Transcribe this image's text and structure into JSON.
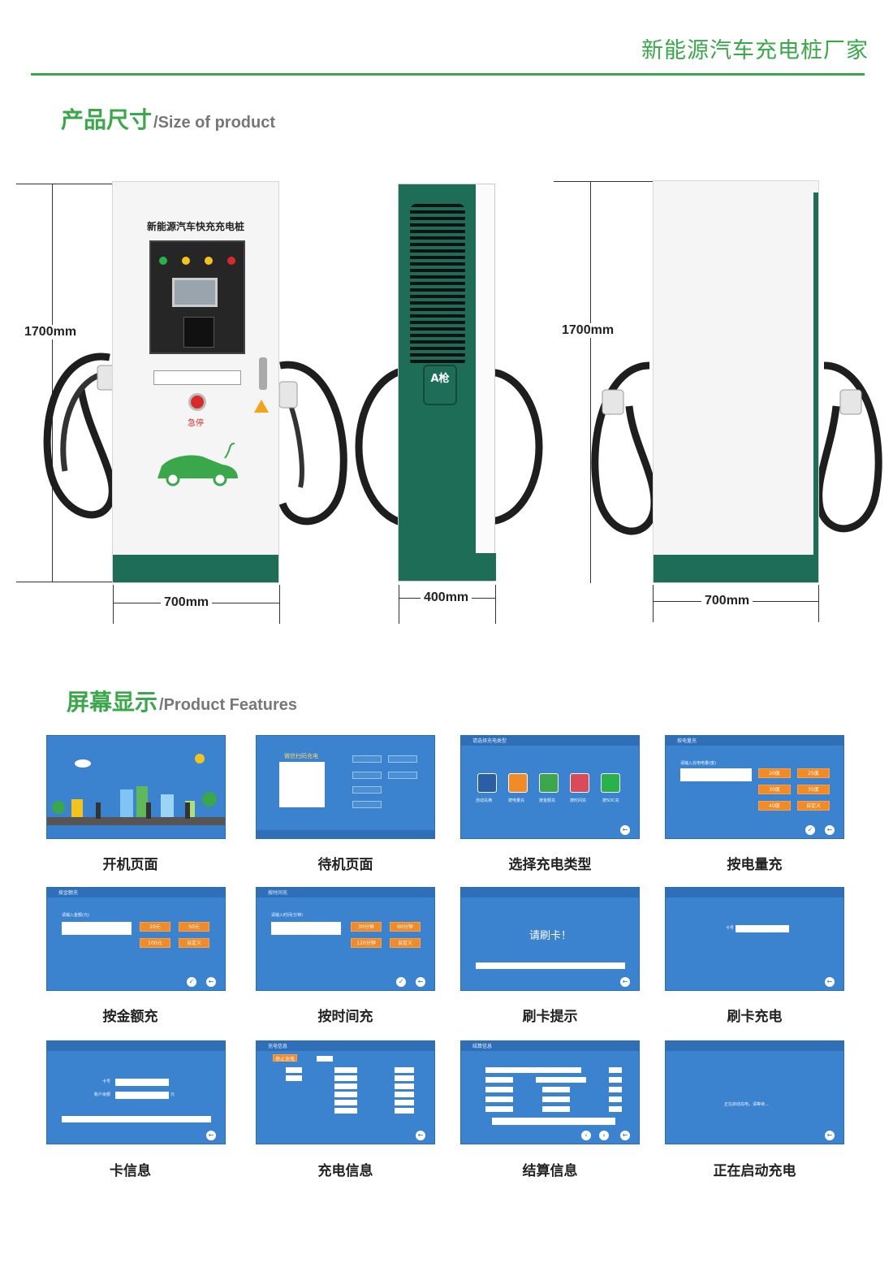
{
  "header": {
    "brand": "新能源汽车充电桩厂家"
  },
  "size_section": {
    "title_cn": "产品尺寸",
    "title_en": "/Size of product"
  },
  "product": {
    "cabinet_title": "新能源汽车快充充电桩",
    "emergency_stop": "急停",
    "gun_label": "A枪",
    "lamp_colors": [
      "#27b24a",
      "#f2c31b",
      "#f2c31b",
      "#d92a2a"
    ]
  },
  "dimensions": {
    "front_height": "1700mm",
    "front_width": "700mm",
    "side_depth": "400mm",
    "back_height": "1700mm",
    "back_width": "700mm"
  },
  "features_section": {
    "title_cn": "屏幕显示",
    "title_en": "/Product Features"
  },
  "screens": [
    {
      "caption": "开机页面"
    },
    {
      "caption": "待机页面",
      "scan_label": "微信扫码充电"
    },
    {
      "caption": "选择充电类型",
      "header": "请选择充电类型",
      "options": [
        "自动充满",
        "按电量充",
        "按金额充",
        "按时间充",
        "按SOC充"
      ]
    },
    {
      "caption": "按电量充",
      "header": "按电量充",
      "prompt": "请输入充电电量(度)",
      "buttons": [
        "20度",
        "25度",
        "30度",
        "35度",
        "40度",
        "自定义"
      ]
    },
    {
      "caption": "按金额充",
      "header": "按金额充",
      "prompt": "请输入金额(元)",
      "buttons": [
        "20元",
        "50元",
        "100元",
        "自定义"
      ]
    },
    {
      "caption": "按时间充",
      "header": "按时间充",
      "prompt": "请输入时间(分钟)",
      "buttons": [
        "30分钟",
        "60分钟",
        "120分钟",
        "自定义"
      ]
    },
    {
      "caption": "刷卡提示",
      "message": "请刷卡！"
    },
    {
      "caption": "刷卡充电",
      "label": "卡号"
    },
    {
      "caption": "卡信息",
      "labels": [
        "卡号",
        "账户余额"
      ],
      "unit": "元"
    },
    {
      "caption": "充电信息",
      "header": "充电信息",
      "stop_button": "停止充电"
    },
    {
      "caption": "结算信息",
      "header": "结算信息"
    },
    {
      "caption": "正在启动充电",
      "message": "正在启动充电，请等待..."
    }
  ],
  "colors": {
    "brand_green": "#3aa84a",
    "cabinet_green": "#1e6e57",
    "screen_blue": "#3b83cf",
    "button_orange": "#f28a26"
  }
}
